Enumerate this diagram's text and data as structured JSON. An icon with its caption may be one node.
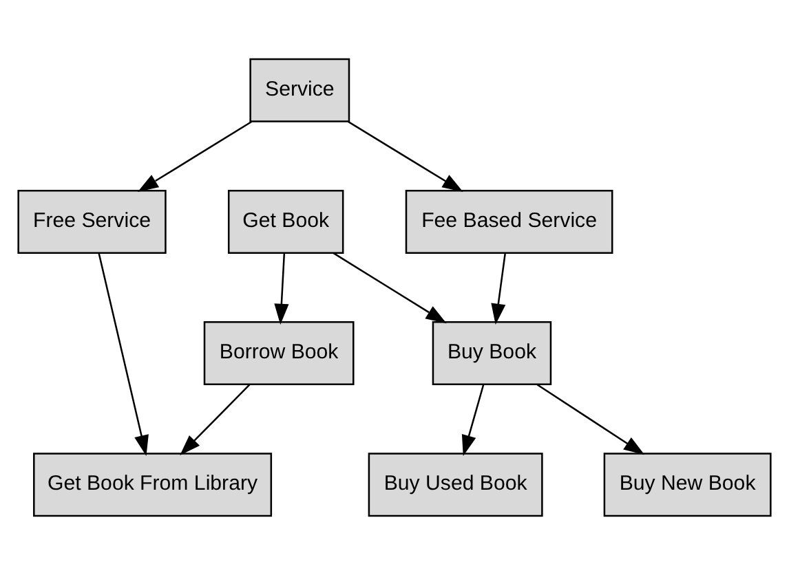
{
  "diagram": {
    "nodes": [
      {
        "text": [
          "Service"
        ]
      },
      {
        "text": [
          "Free Service"
        ]
      },
      {
        "text": [
          "Fee Based Service"
        ]
      },
      {
        "text": [
          "Get Book"
        ]
      },
      {
        "text": [
          "Borrow Book"
        ]
      },
      {
        "text": [
          "Buy Book"
        ]
      },
      {
        "text": [
          "Get Book From Library"
        ]
      },
      {
        "text": [
          "Buy Used Book"
        ]
      },
      {
        "text": [
          "Buy New Book"
        ]
      }
    ],
    "edges": [
      {
        "from": 0,
        "to": 1,
        "arrow": "to"
      },
      {
        "from": 0,
        "to": 2,
        "arrow": "to"
      },
      {
        "from": 1,
        "to": 6,
        "arrow": "to"
      },
      {
        "from": 2,
        "to": 5,
        "arrow": "to"
      },
      {
        "from": 3,
        "to": 4,
        "arrow": "to"
      },
      {
        "from": 3,
        "to": 5,
        "arrow": "to"
      },
      {
        "from": 4,
        "to": 6,
        "arrow": "to"
      },
      {
        "from": 5,
        "to": 7,
        "arrow": "to"
      },
      {
        "from": 5,
        "to": 8,
        "arrow": "to"
      }
    ]
  }
}
